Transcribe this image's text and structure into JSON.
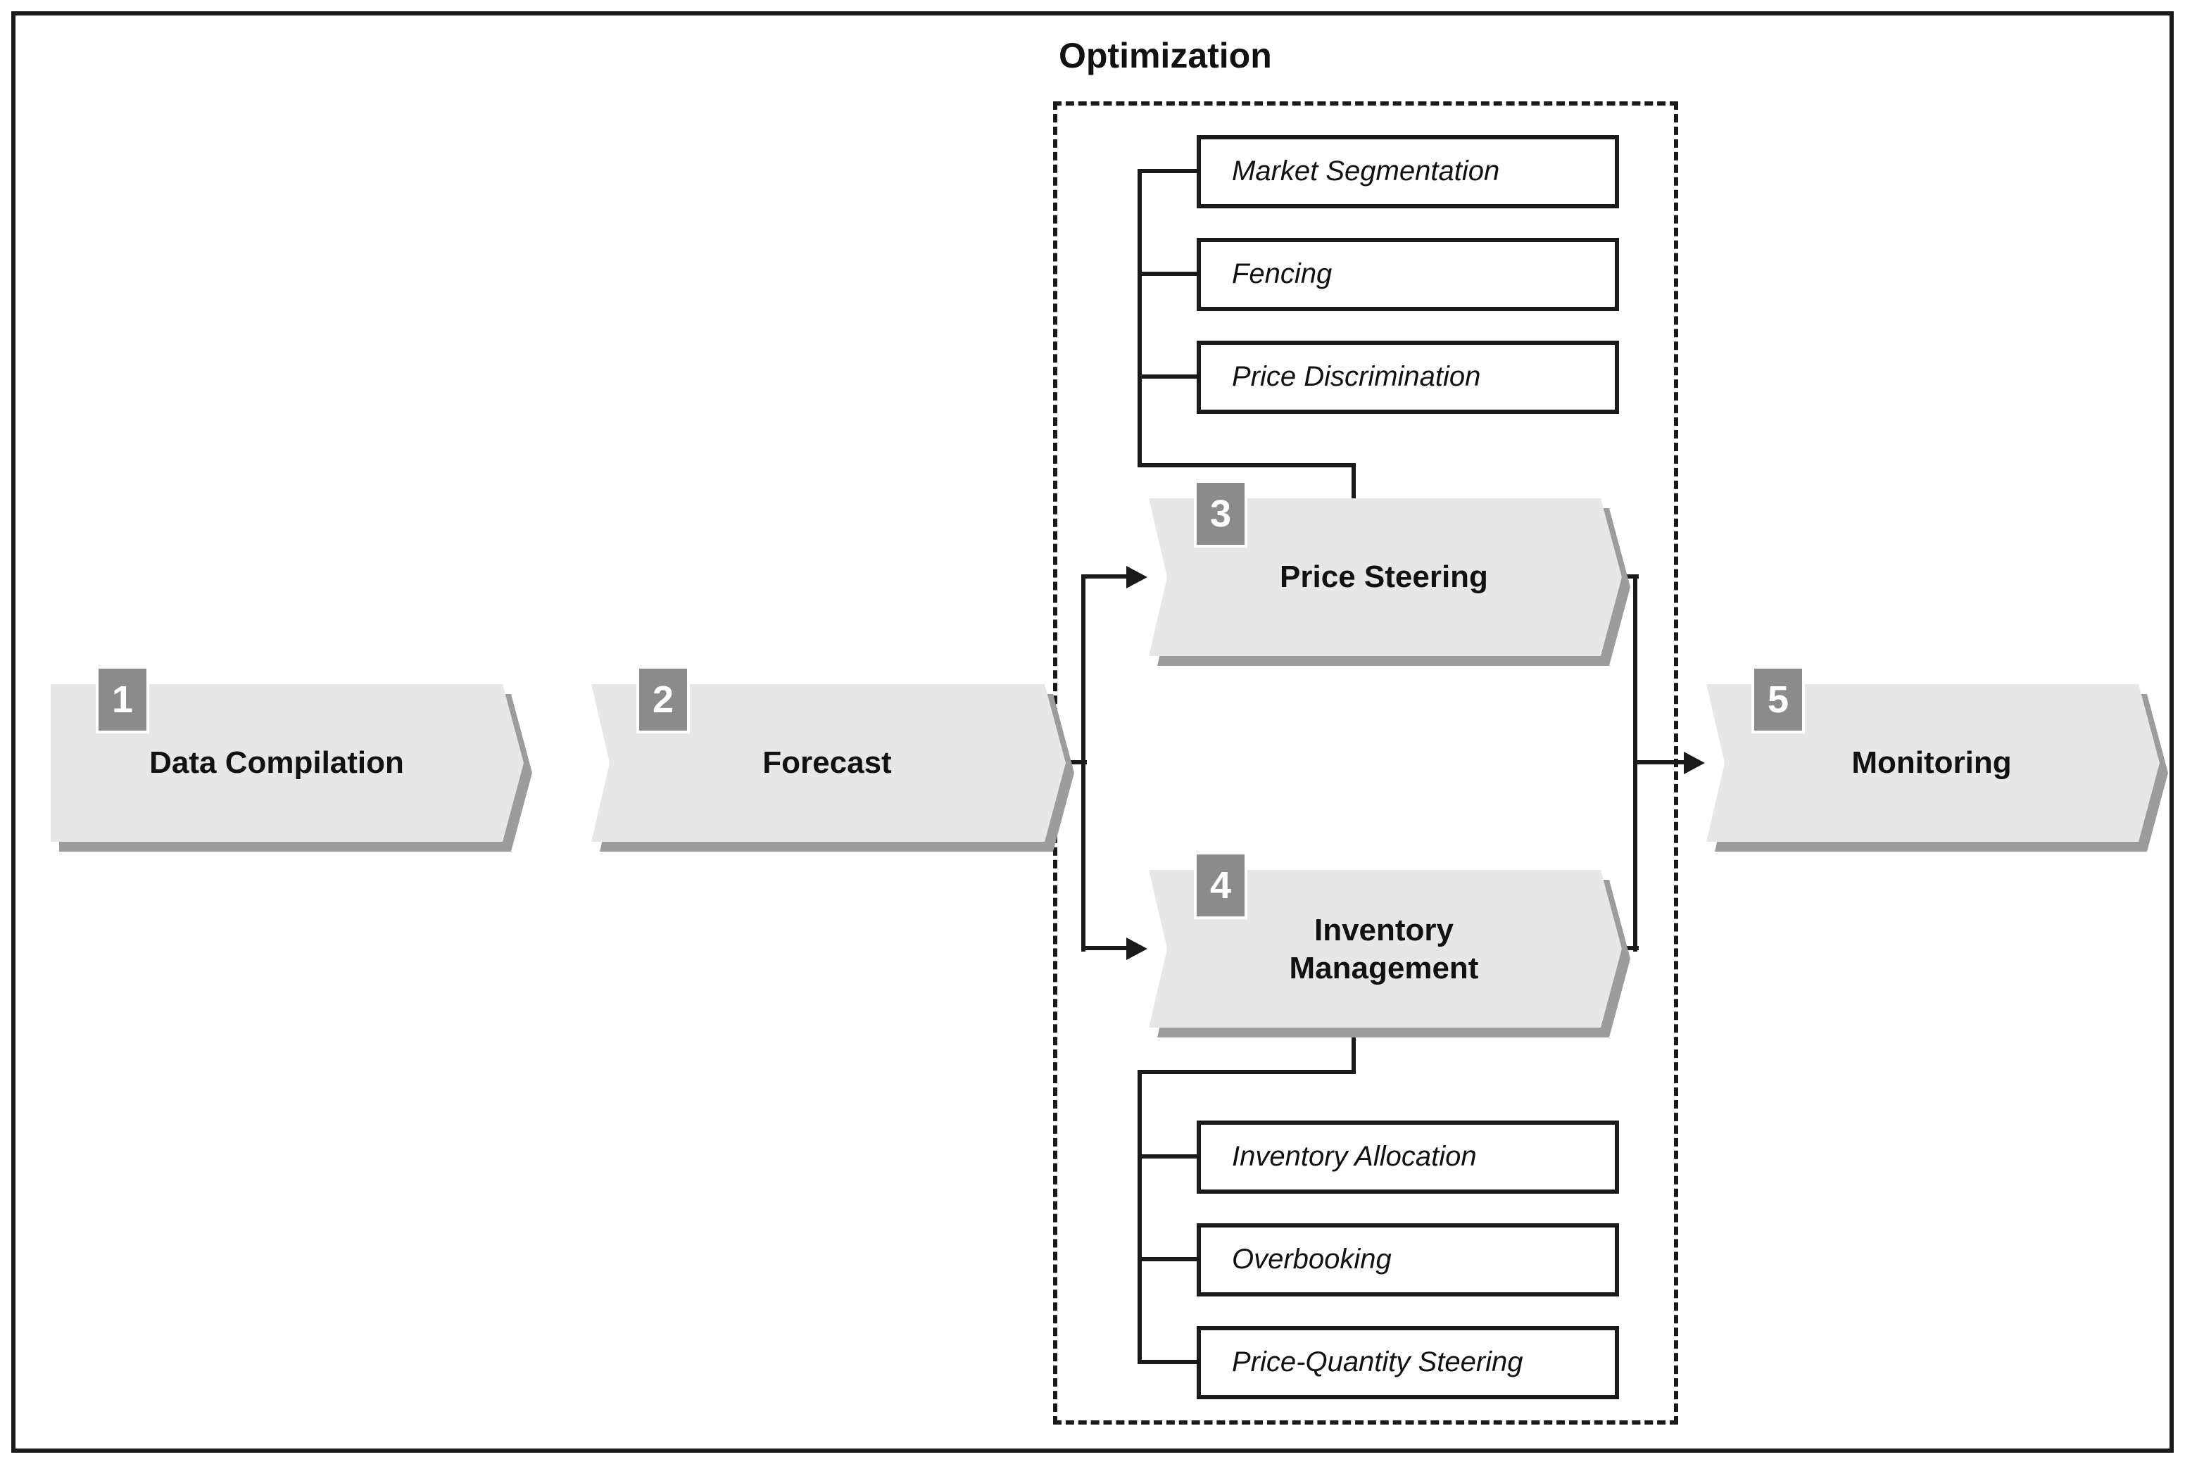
{
  "diagram": {
    "title": "Optimization",
    "steps": [
      {
        "number": "1",
        "label": "Data Compilation"
      },
      {
        "number": "2",
        "label": "Forecast"
      },
      {
        "number": "3",
        "label": "Price Steering"
      },
      {
        "number": "4",
        "label": "Inventory Management"
      },
      {
        "number": "5",
        "label": "Monitoring"
      }
    ],
    "price_steering_tactics": [
      "Market Segmentation",
      "Fencing",
      "Price Discrimination"
    ],
    "inventory_management_tactics": [
      "Inventory Allocation",
      "Overbooking",
      "Price-Quantity Steering"
    ]
  },
  "colors": {
    "canvas_bg": "#ffffff",
    "line": "#1a1a1a",
    "text": "#111111",
    "shape_fill": "#e7e7e7",
    "shape_shadow": "#9c9c9c",
    "badge_bg": "#8b8b8b",
    "badge_text": "#ffffff",
    "box_bg": "#ffffff"
  }
}
